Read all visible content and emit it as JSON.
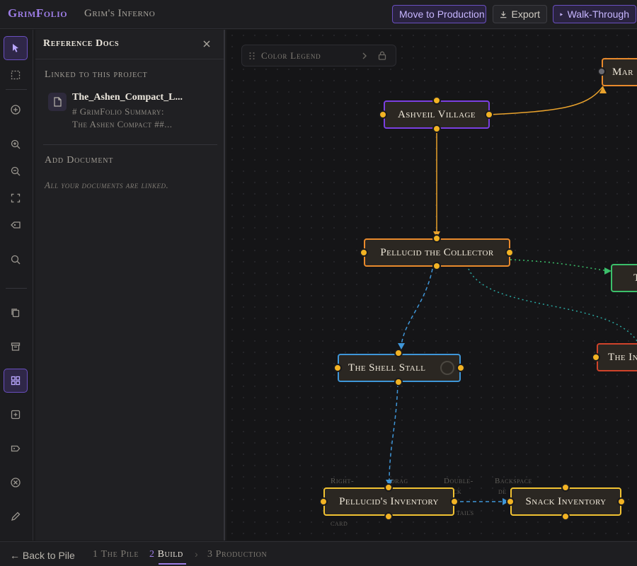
{
  "header": {
    "app_title": "GrimFolio",
    "project_title": "Grim's Inferno",
    "move_to_production": "Move to Production",
    "export": "Export",
    "walk_through": "Walk-Through"
  },
  "toolbar": {
    "tools": [
      "pointer",
      "select-box",
      "add-node",
      "zoom-in",
      "zoom-out",
      "fit-view",
      "tag",
      "search",
      "copy",
      "archive",
      "grid",
      "add-card",
      "label",
      "remove",
      "edit"
    ],
    "active_tool": "grid"
  },
  "ref_panel": {
    "title": "Reference Docs",
    "linked_heading": "Linked to this project",
    "doc": {
      "name": "The_Ashen_Compact_L...",
      "preview_line1": "# GrimFolio Summary:",
      "preview_line2": "The Ashen Compact ##..."
    },
    "add_heading": "Add Document",
    "all_linked": "All your documents are linked."
  },
  "canvas": {
    "legend_label": "Color Legend",
    "nodes": {
      "ashveil": "Ashveil Village",
      "pellucid": "Pellucid the Collector",
      "shell_stall": "The Shell Stall",
      "inventory": "Pellucid's Inventory",
      "snack": "Snack Inventory",
      "mar": "Mar",
      "t_green": "T",
      "the_in": "The In"
    },
    "hints": {
      "right": "Right-",
      "card": "card",
      "drag": "drag",
      "double": "Double-",
      "click": "ck",
      "details": "tails",
      "backspace": "Backspace",
      "delete": "de"
    }
  },
  "footer": {
    "back": "← Back to Pile",
    "steps": [
      {
        "num": "1",
        "label": "The Pile"
      },
      {
        "num": "2",
        "label": "Build"
      },
      {
        "num": "3",
        "label": "Production"
      }
    ],
    "separator": "›"
  },
  "colors": {
    "accent": "#9d7de6",
    "handle": "#f2b324",
    "purple_node": "#7a3fe0",
    "orange_node": "#e98a2c",
    "blue_node": "#3f96d8",
    "yellow_node": "#f1c232",
    "green_node": "#3bbf6a",
    "red_node": "#d0432a"
  }
}
